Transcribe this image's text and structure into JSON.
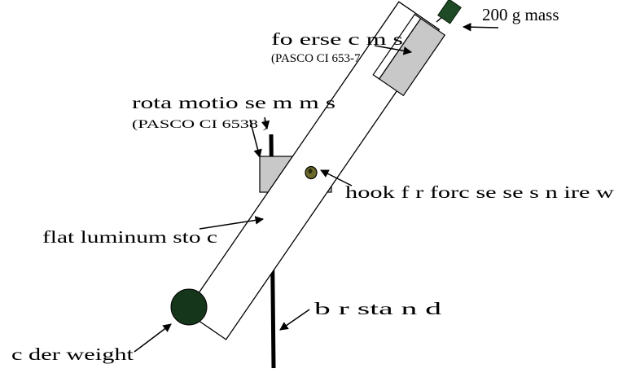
{
  "labels": {
    "mass": "200 g mass",
    "force_sensor": "fo erse c m s",
    "force_sensor_model": "(PASCO CI 653-7",
    "rotary_sensor": "rota motio se m m s",
    "rotary_sensor_model": "(PASCO CI 6538 )",
    "hook": "hook f r forc se se s n ire w",
    "aluminum": "flat luminum sto c",
    "stand": "b r sta n d",
    "counterweight": "c der weight"
  },
  "colors": {
    "ink": "#000000",
    "paper": "#ffffff",
    "mass_green": "#1e4a26",
    "counterweight_green": "#16361c",
    "sensor_gray": "#c8c8c8",
    "hook_olive": "#6b6a2a"
  }
}
